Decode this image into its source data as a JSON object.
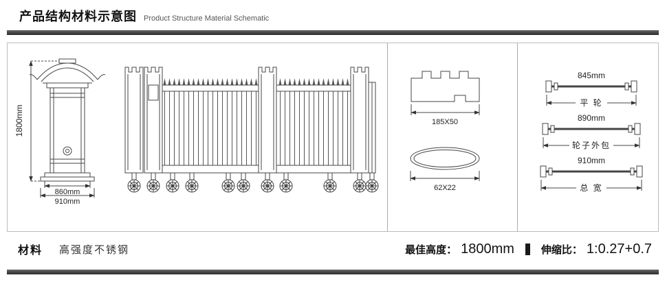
{
  "header": {
    "title_zh": "产品结构材料示意图",
    "title_en": "Product Structure Material Schematic"
  },
  "diagram": {
    "post": {
      "height": "1800mm",
      "width_inner": "860mm",
      "width_outer": "910mm"
    },
    "profile": {
      "dim": "185X50"
    },
    "ellipse": {
      "dim": "62X22"
    },
    "axles": [
      {
        "dim": "845mm",
        "label": "平 轮"
      },
      {
        "dim": "890mm",
        "label": "轮子外包"
      },
      {
        "dim": "910mm",
        "label": "总 宽"
      }
    ]
  },
  "footer": {
    "material_label": "材料",
    "material_value": "高强度不锈钢",
    "best_height_label": "最佳高度：",
    "best_height_value": "1800mm",
    "ratio_label": "伸缩比：",
    "ratio_value": "1:0.27+0.7"
  },
  "colors": {
    "line": "#444444",
    "bar": "#2b2b2b",
    "border": "#bcbcbc"
  }
}
